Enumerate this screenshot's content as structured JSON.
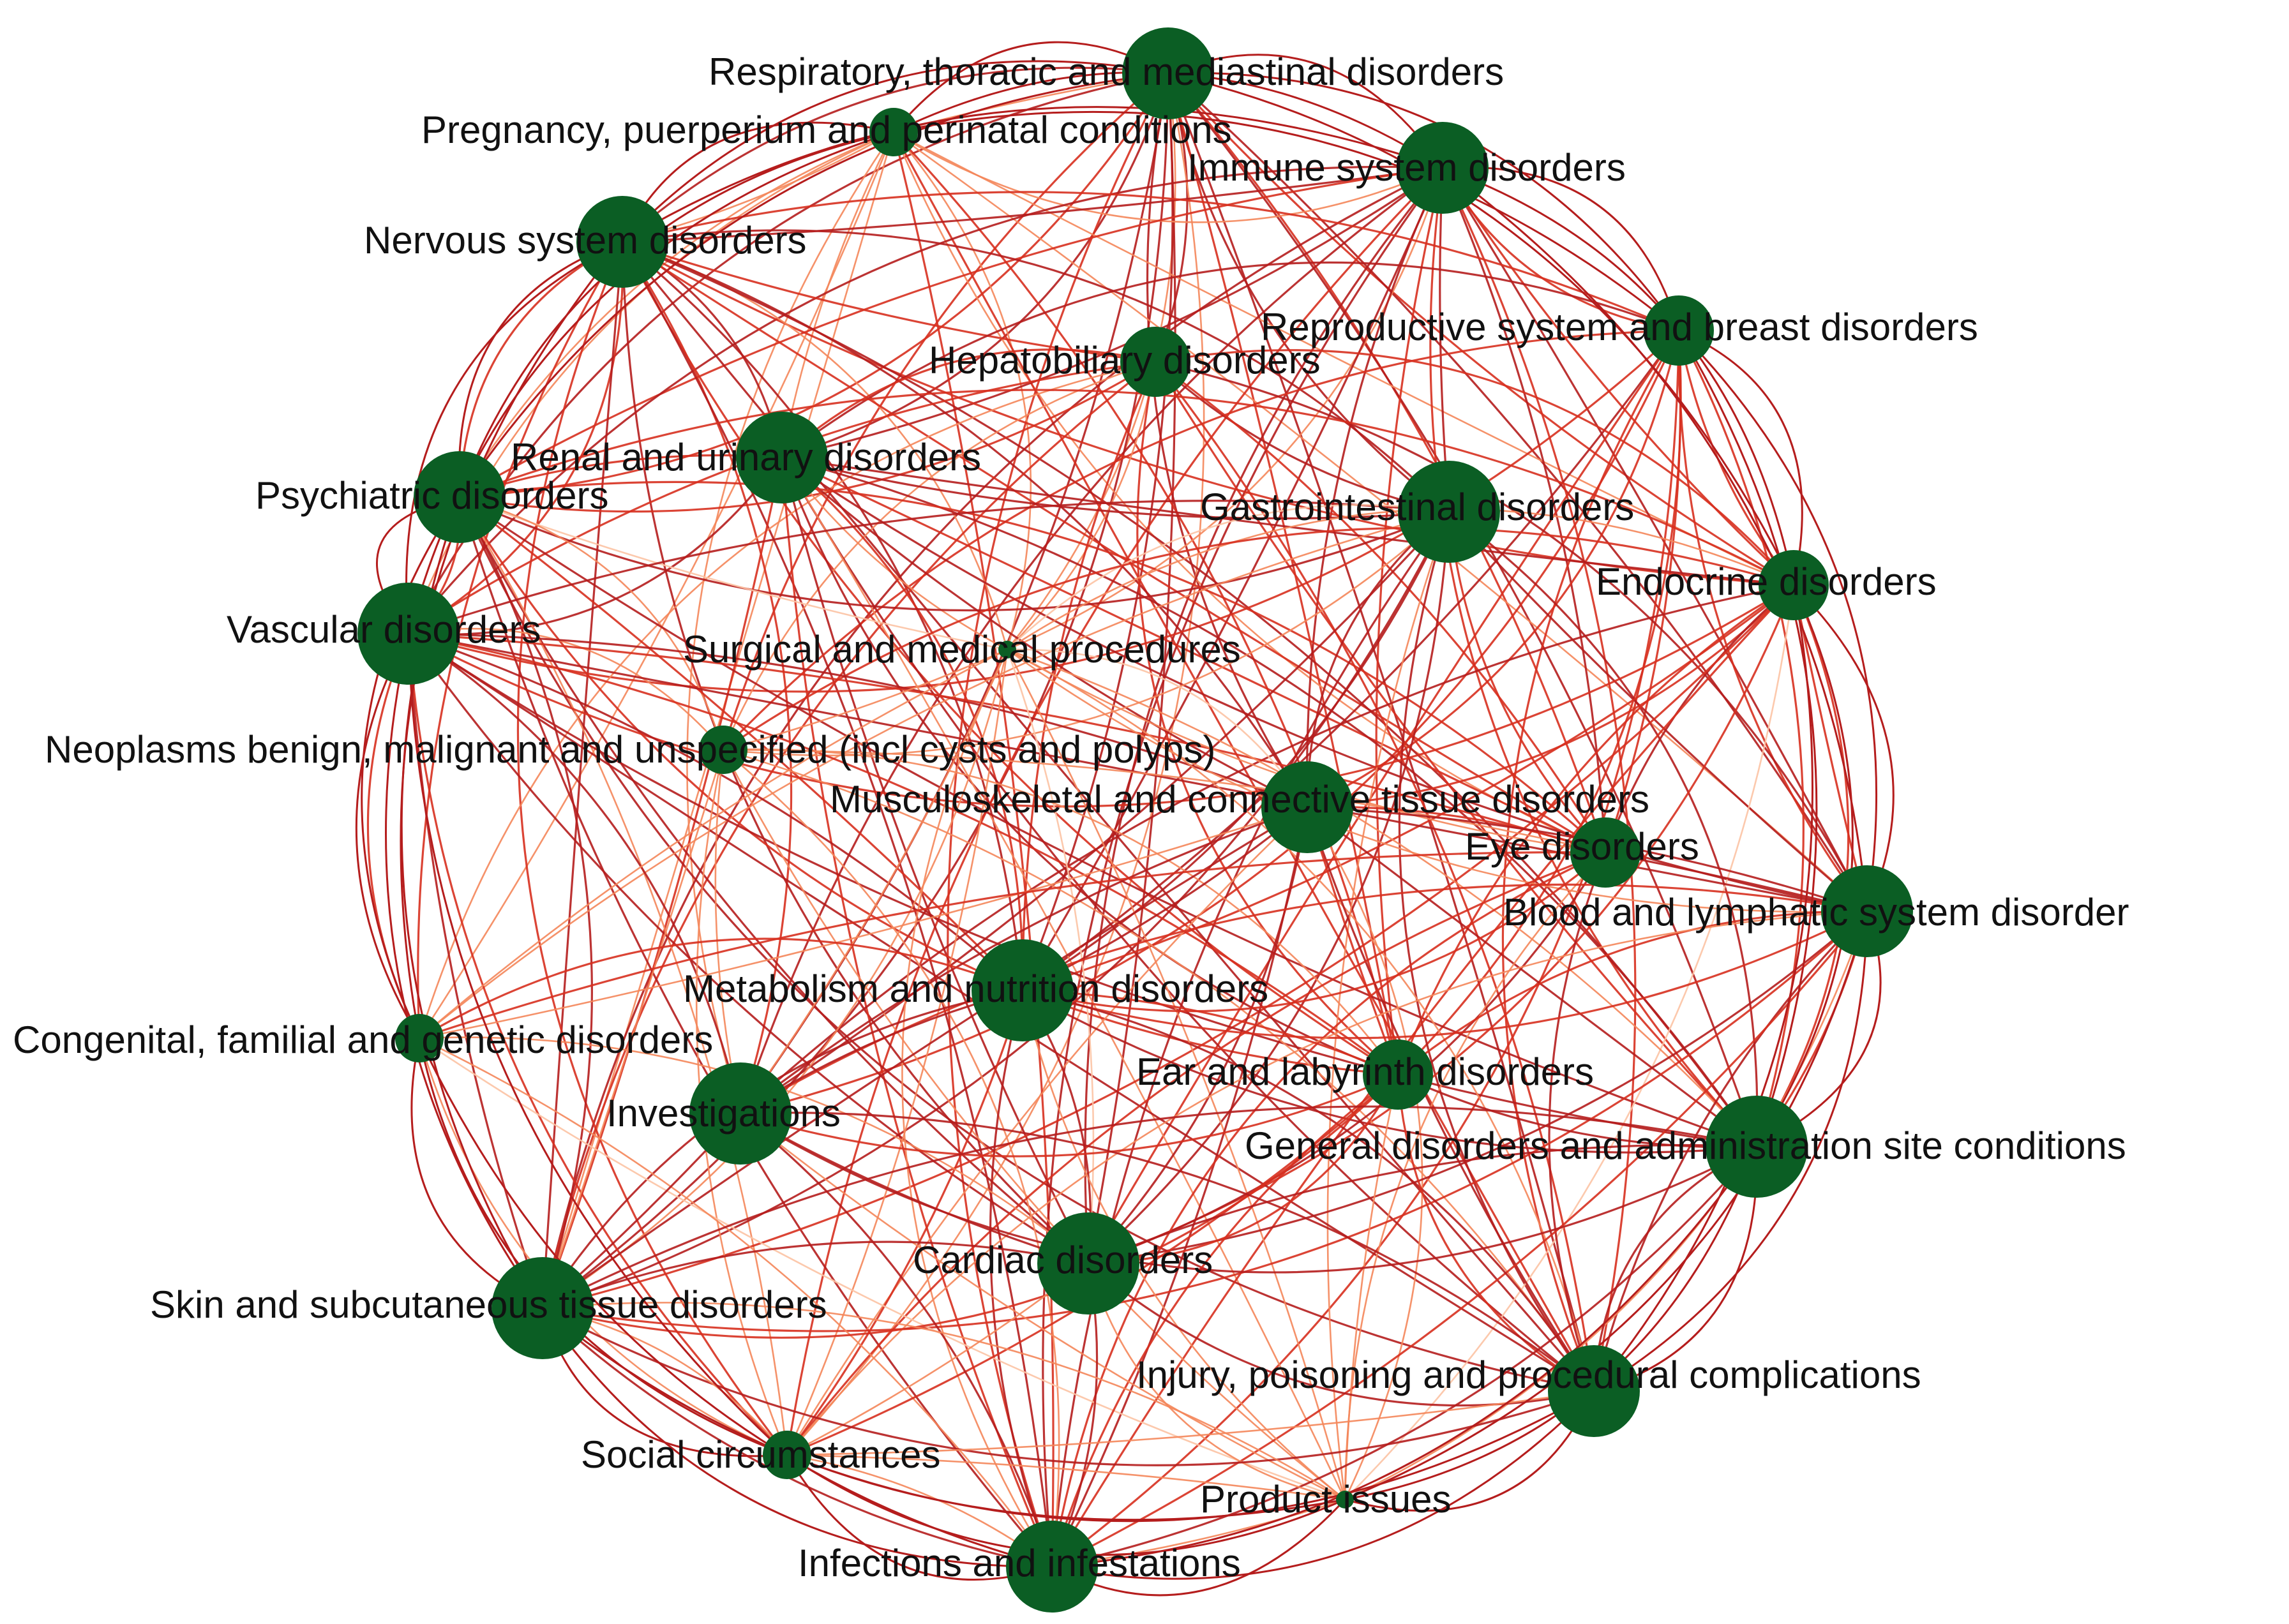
{
  "colors": {
    "node": "#0b5e24",
    "edge_strong": "#b51d1d",
    "edge_medium": "#d7301f",
    "edge_light": "#f4865a",
    "edge_faint": "#fcc3a4"
  },
  "nodes": [
    {
      "id": "respiratory",
      "label": "Respiratory, thoracic and mediastinal disorders",
      "size": "large"
    },
    {
      "id": "pregnancy",
      "label": "Pregnancy, puerperium and perinatal conditions",
      "size": "small"
    },
    {
      "id": "immune",
      "label": "Immune system disorders",
      "size": "large"
    },
    {
      "id": "nervous",
      "label": "Nervous system disorders",
      "size": "large"
    },
    {
      "id": "reproductive",
      "label": "Reproductive system and breast disorders",
      "size": "medium"
    },
    {
      "id": "hepatobiliary",
      "label": "Hepatobiliary disorders",
      "size": "medium"
    },
    {
      "id": "renal",
      "label": "Renal and urinary disorders",
      "size": "large"
    },
    {
      "id": "psychiatric",
      "label": "Psychiatric disorders",
      "size": "large"
    },
    {
      "id": "gastro",
      "label": "Gastrointestinal disorders",
      "size": "xlarge"
    },
    {
      "id": "endocrine",
      "label": "Endocrine disorders",
      "size": "medium"
    },
    {
      "id": "vascular",
      "label": "Vascular disorders",
      "size": "xlarge"
    },
    {
      "id": "surgical",
      "label": "Surgical and medical procedures",
      "size": "tiny"
    },
    {
      "id": "neoplasms",
      "label": "Neoplasms benign, malignant and unspecified (incl cysts and polyps)",
      "size": "small"
    },
    {
      "id": "musculo",
      "label": "Musculoskeletal and connective tissue disorders",
      "size": "large"
    },
    {
      "id": "eye",
      "label": "Eye disorders",
      "size": "medium"
    },
    {
      "id": "blood",
      "label": "Blood and lymphatic system disorder",
      "size": "large"
    },
    {
      "id": "metabolism",
      "label": "Metabolism and nutrition disorders",
      "size": "xlarge"
    },
    {
      "id": "congenital",
      "label": "Congenital, familial and genetic disorders",
      "size": "small"
    },
    {
      "id": "ear",
      "label": "Ear and labyrinth disorders",
      "size": "medium"
    },
    {
      "id": "investigations",
      "label": "Investigations",
      "size": "xlarge"
    },
    {
      "id": "general",
      "label": "General disorders and administration site conditions",
      "size": "xlarge"
    },
    {
      "id": "cardiac",
      "label": "Cardiac disorders",
      "size": "xlarge"
    },
    {
      "id": "skin",
      "label": "Skin and subcutaneous tissue disorders",
      "size": "xlarge"
    },
    {
      "id": "injury",
      "label": "Injury, poisoning and procedural complications",
      "size": "large"
    },
    {
      "id": "social",
      "label": "Social circumstances",
      "size": "small"
    },
    {
      "id": "product",
      "label": "Product issues",
      "size": "tiny"
    },
    {
      "id": "infections",
      "label": "Infections and infestations",
      "size": "large"
    }
  ]
}
